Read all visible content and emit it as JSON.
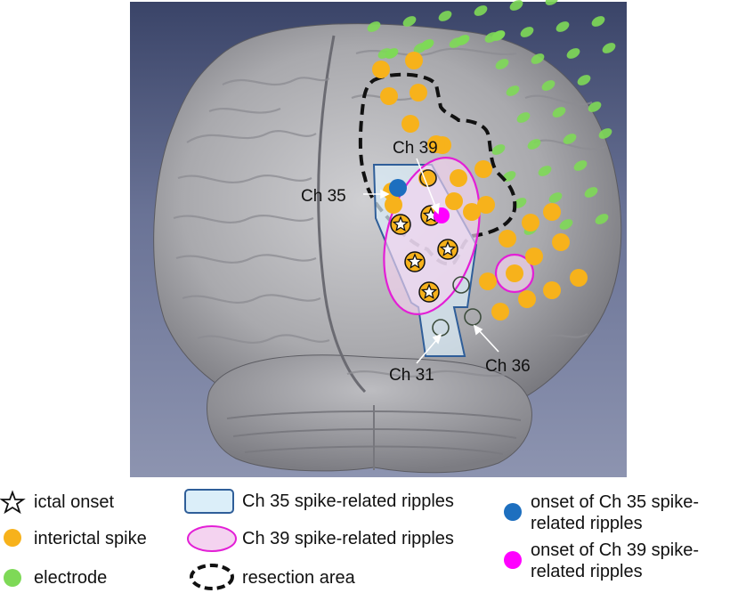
{
  "figure": {
    "channel_labels": {
      "ch35": "Ch 35",
      "ch39": "Ch 39",
      "ch31": "Ch 31",
      "ch36": "Ch 36"
    }
  },
  "legend": {
    "ictal_onset": "ictal onset",
    "interictal_spike": "interictal spike",
    "electrode": "electrode",
    "ch35_ripples": "Ch 35 spike-related ripples",
    "ch39_ripples": "Ch 39 spike-related ripples",
    "resection_area": "resection area",
    "onset_ch35_line1": "onset of Ch 35 spike-",
    "onset_ch35_line2": "related ripples",
    "onset_ch39_line1": "onset of Ch 39 spike-",
    "onset_ch39_line2": "related ripples"
  },
  "colors": {
    "interictal_spike": "#f7b21b",
    "electrode": "#7ed957",
    "ch35_region_fill": "#dbeef9",
    "ch35_region_stroke": "#2f5e99",
    "ch39_region_fill": "#f4d3f0",
    "ch39_region_stroke": "#e31fd6",
    "onset_ch35": "#1d6fbf",
    "onset_ch39": "#ff00ff",
    "resection_line": "#111111"
  }
}
